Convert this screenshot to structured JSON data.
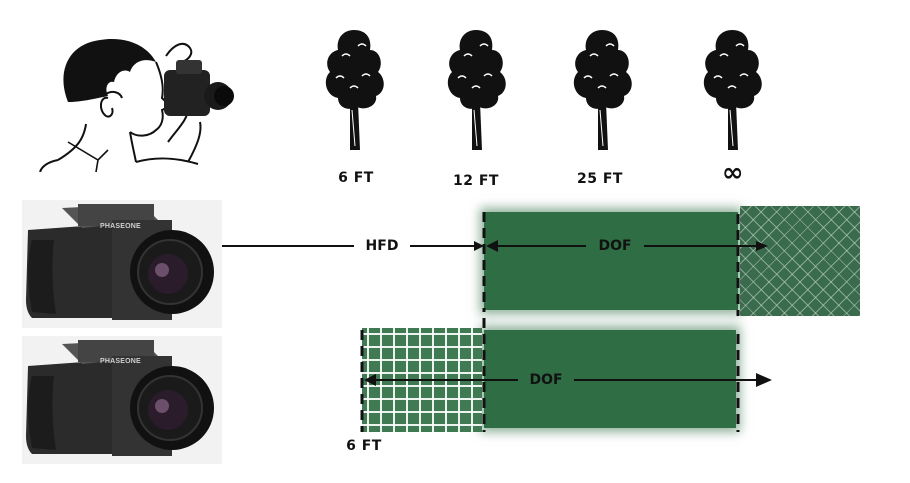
{
  "distances": {
    "d6": "6 FT",
    "d12": "12 FT",
    "d25": "25 FT",
    "dinf": "∞"
  },
  "row1": {
    "hfd_label": "HFD",
    "dof_label": "DOF"
  },
  "row2": {
    "dof_label": "DOF",
    "near_label": "6 FT"
  },
  "camera": {
    "brand": "PHASEONE"
  },
  "colors": {
    "dof_band": "#2f6e45",
    "ink": "#111111"
  }
}
